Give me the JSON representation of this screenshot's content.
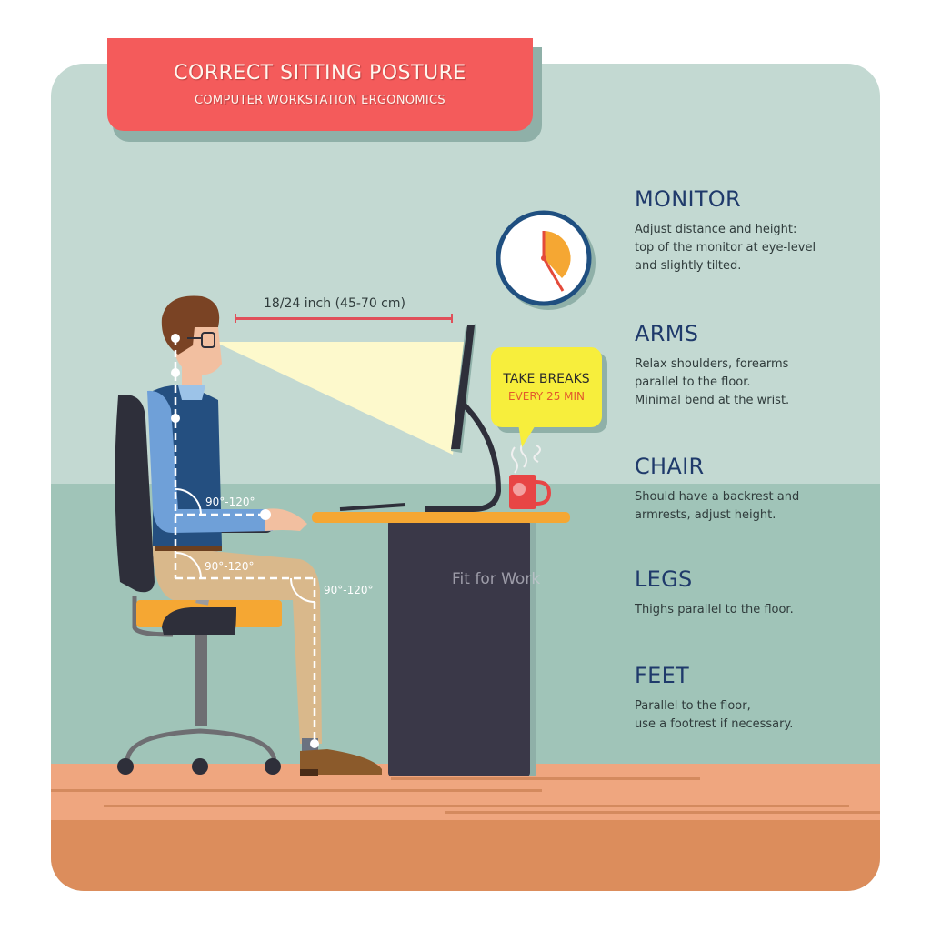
{
  "header": {
    "title": "CORRECT SITTING POSTURE",
    "subtitle": "COMPUTER WORKSTATION ERGONOMICS"
  },
  "tips": [
    {
      "title": "MONITOR",
      "lines": [
        "Adjust distance and height:",
        "top of the monitor at eye-level",
        "and slightly tilted."
      ]
    },
    {
      "title": "ARMS",
      "lines": [
        "Relax shoulders, forearms",
        "parallel to the floor.",
        "Minimal bend at the wrist."
      ]
    },
    {
      "title": "CHAIR",
      "lines": [
        "Should have a backrest and",
        "armrests, adjust height."
      ]
    },
    {
      "title": "LEGS",
      "lines": [
        "Thighs parallel to the floor."
      ]
    },
    {
      "title": "FEET",
      "lines": [
        "Parallel to the floor,",
        "use a footrest if necessary."
      ]
    }
  ],
  "illustration": {
    "distance_label": "18/24 inch (45-70 cm)",
    "angles": {
      "elbow": "90°-120°",
      "hip": "90°-120°",
      "knee": "90°-120°"
    },
    "break_bubble": {
      "title": "TAKE BREAKS",
      "subtitle": "EVERY 25 MIN"
    },
    "watermark": "Fit for Work",
    "icons": [
      "clock-icon",
      "coffee-mug-icon",
      "monitor-icon",
      "office-chair-icon",
      "desk-icon",
      "keyboard-icon"
    ]
  },
  "colors": {
    "banner": "#f45b5b",
    "wall": "#c3d9d2",
    "wall_lower": "#a0c4b8",
    "floor": "#efa67f",
    "floor_base": "#dc8d5c",
    "heading": "#1f3a6b",
    "bubble": "#f7ee3c",
    "desk_top": "#f5a733",
    "desk_body": "#3a3848",
    "accent_red": "#e0505a"
  }
}
